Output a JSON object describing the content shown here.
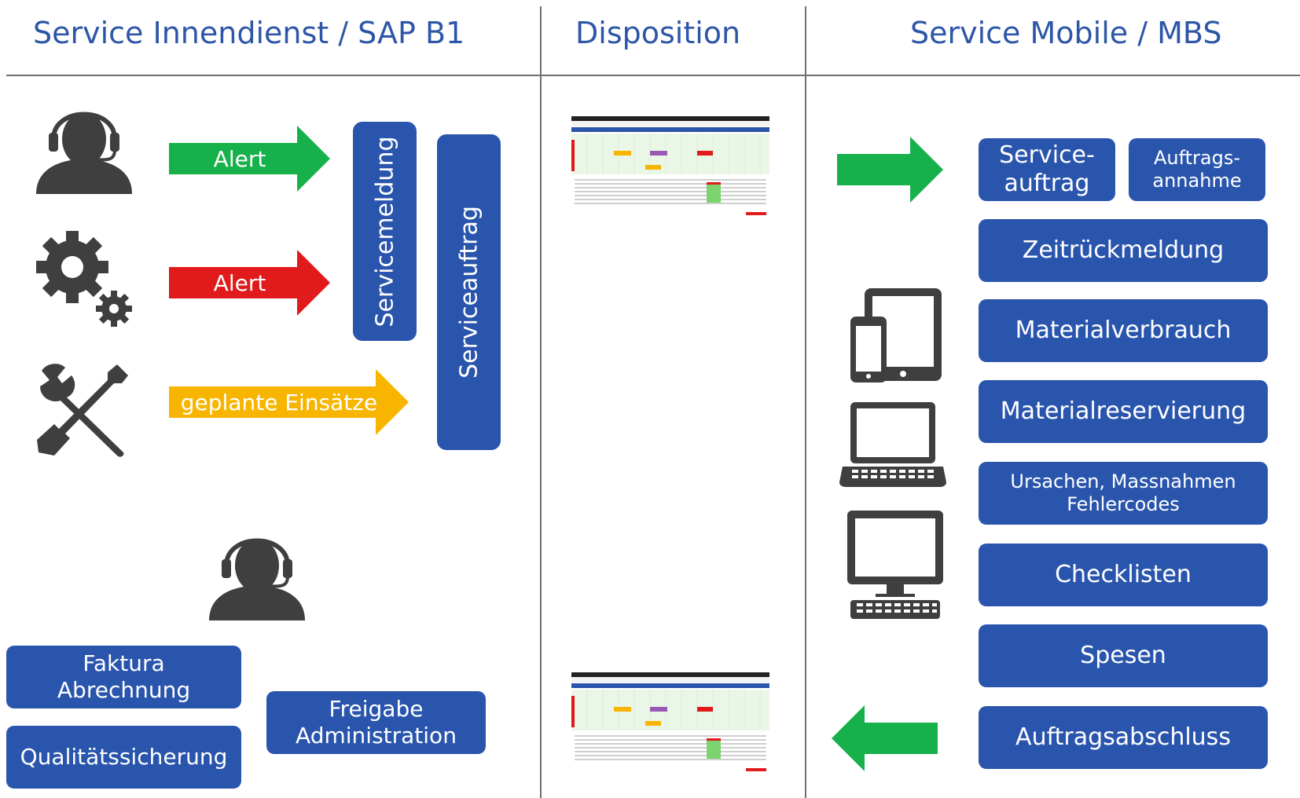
{
  "headers": {
    "left": "Service Innendienst / SAP B1",
    "middle": "Disposition",
    "right": "Service Mobile / MBS"
  },
  "left": {
    "alert_1": "Alert",
    "alert_2": "Alert",
    "planned": "geplante Einsätze",
    "servicemeldung": "Servicemeldung",
    "serviceauftrag": "Serviceauftrag",
    "faktura": [
      "Faktura",
      "Abrechnung"
    ],
    "qualitaet": "Qualitätssicherung",
    "freigabe": [
      "Freigabe",
      "Administration"
    ]
  },
  "right": {
    "serviceauftrag": [
      "Service-",
      "auftrag"
    ],
    "auftragsannahme": [
      "Auftrags-",
      "annahme"
    ],
    "zeitrueckmeldung": "Zeitrückmeldung",
    "materialverbrauch": "Materialverbrauch",
    "materialreservierung": "Materialreservierung",
    "ursachen": [
      "Ursachen, Massnahmen",
      "Fehlercodes"
    ],
    "checklisten": "Checklisten",
    "spesen": "Spesen",
    "auftragsabschluss": "Auftragsabschluss"
  },
  "colors": {
    "blue_box": "#2a55ad",
    "header_text": "#2d56a8",
    "arrow_green": "#16b14b",
    "arrow_red": "#e11b1b",
    "arrow_yellow": "#f7b500",
    "icon_gray": "#3f3f3f"
  }
}
